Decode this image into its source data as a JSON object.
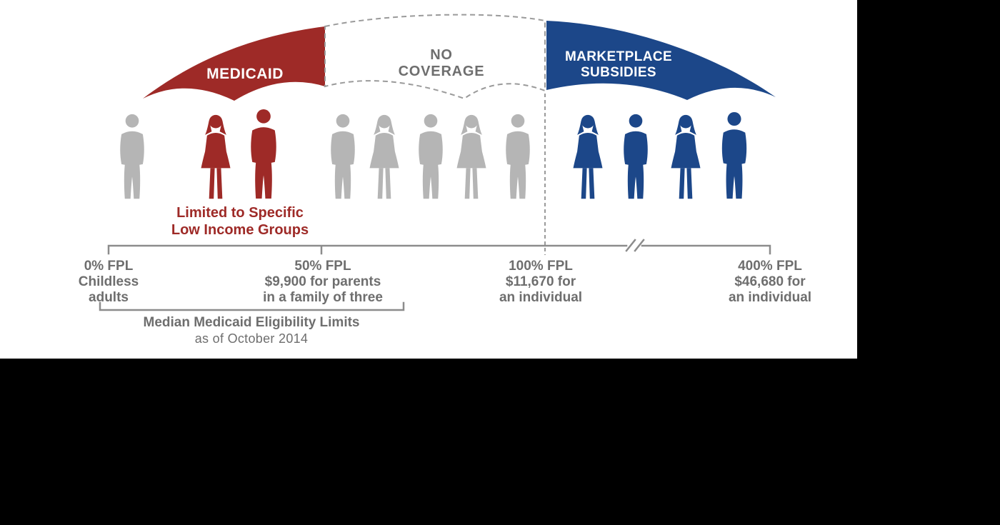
{
  "colors": {
    "page-bg": "#000000",
    "panel-bg": "#ffffff",
    "medicaid-red": "#9e2a27",
    "marketplace-blue": "#1c4789",
    "figure-gray": "#b5b5b5",
    "axis-gray": "#8c8c8c",
    "text-gray": "#6e6e6e",
    "dash-gray": "#9a9a9a"
  },
  "umbrella": {
    "medicaid_label": "MEDICAID",
    "no_coverage_label": [
      "NO",
      "COVERAGE"
    ],
    "marketplace_label": [
      "MARKETPLACE",
      "SUBSIDIES"
    ]
  },
  "medicaid_note": [
    "Limited to Specific",
    "Low Income Groups"
  ],
  "figure_groups": [
    {
      "name": "uncovered-below-medicaid",
      "count": 1,
      "color": "gray"
    },
    {
      "name": "medicaid-eligible",
      "count": 2,
      "color": "red"
    },
    {
      "name": "coverage-gap",
      "count": 5,
      "color": "gray"
    },
    {
      "name": "marketplace-subsidy-eligible",
      "count": 4,
      "color": "blue"
    }
  ],
  "axis": {
    "ticks": [
      {
        "lines": [
          "0% FPL",
          "Childless",
          "adults"
        ]
      },
      {
        "lines": [
          "50% FPL",
          "$9,900 for parents",
          "in a family of three"
        ]
      },
      {
        "lines": [
          "100% FPL",
          "$11,670 for",
          "an individual"
        ]
      },
      {
        "lines": [
          "400% FPL",
          "$46,680 for",
          "an individual"
        ]
      }
    ],
    "break_mark": "//",
    "bracket_label": [
      "Median Medicaid Eligibility Limits",
      "as of October 2014"
    ]
  }
}
